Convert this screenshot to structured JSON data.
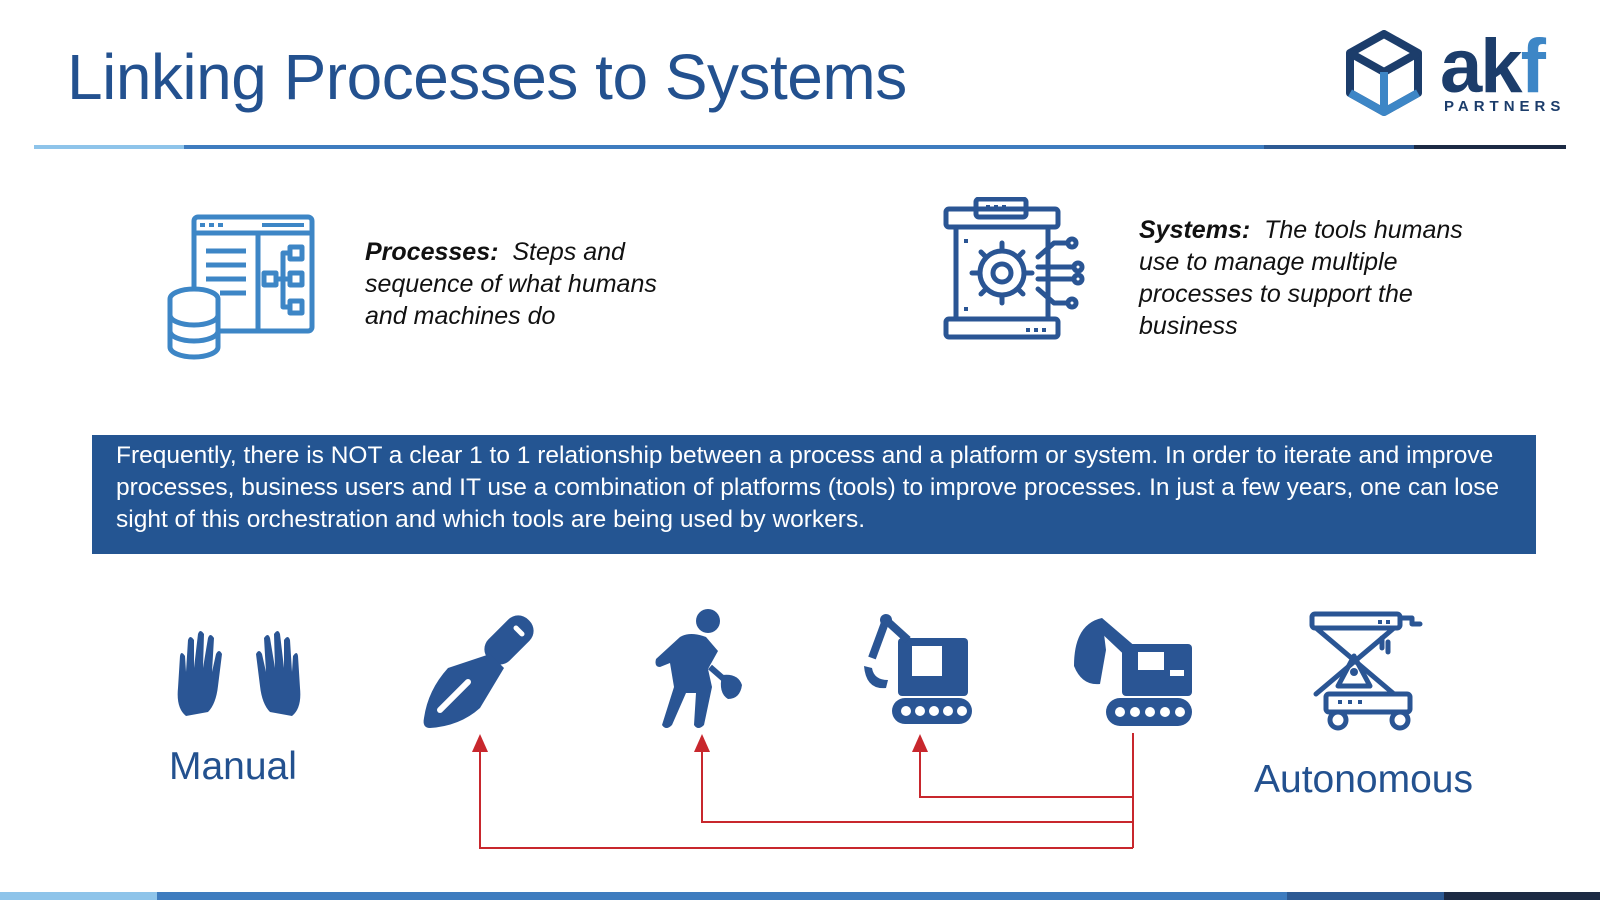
{
  "title": "Linking Processes to Systems",
  "logo": {
    "part_a": "a",
    "part_k": "k",
    "part_f": "f",
    "subtitle": "PARTNERS"
  },
  "colors": {
    "title": "#23518f",
    "banner_bg": "#245592",
    "icon_dark": "#2a5594",
    "icon_light": "#3d86c6",
    "arrow": "#c8272d",
    "rule_light": "#8ec4ea",
    "rule_mid": "#3e7cbf",
    "rule_dark": "#1c2a44"
  },
  "processes": {
    "icon": "process-database-icon",
    "label": "Processes:",
    "text": "Steps and sequence of what humans and machines do"
  },
  "systems": {
    "icon": "system-gear-circuit-icon",
    "label": "Systems:",
    "text": "The tools humans use to manage multiple processes to support the business"
  },
  "banner": {
    "text": "Frequently, there is NOT a clear 1 to 1 relationship between a process and a platform or system.  In order to iterate and improve processes, business users and IT use a combination of platforms (tools) to improve processes.  In just a few years, one can lose sight of this orchestration and which tools are being used by workers."
  },
  "scale": {
    "start_label": "Manual",
    "end_label": "Autonomous",
    "icons": [
      "hands-icon",
      "trowel-icon",
      "worker-shovel-icon",
      "mini-excavator-icon",
      "excavator-icon",
      "robot-lift-icon"
    ]
  }
}
